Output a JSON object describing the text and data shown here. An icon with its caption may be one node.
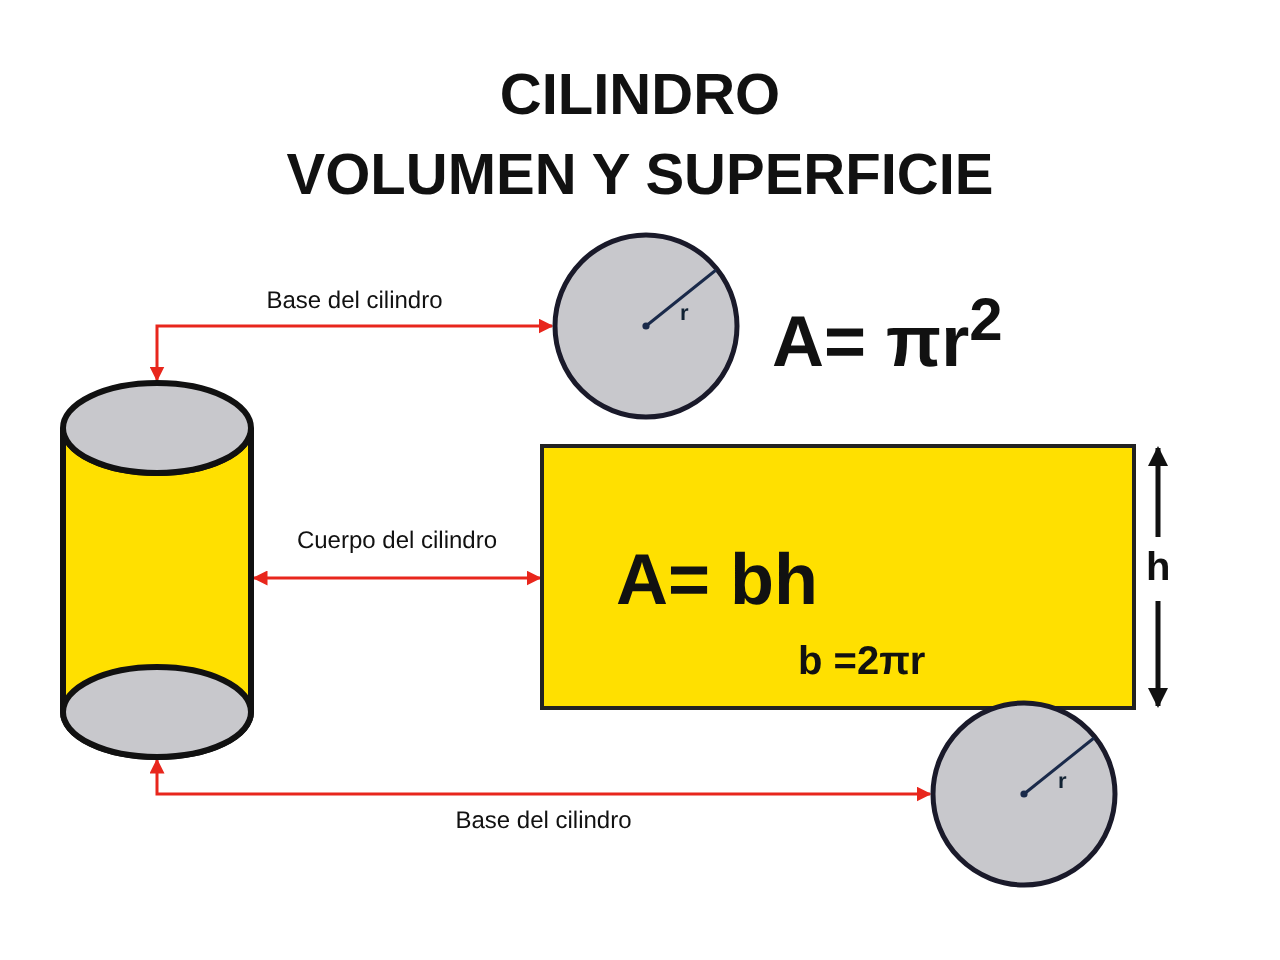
{
  "diagram": {
    "title": "CILINDRO VOLUMEN Y SUPERFICIE",
    "nodes": [
      {
        "text": [],
        "shape": "cylinder"
      },
      {
        "text": [
          "r"
        ],
        "beside": [
          "A= πr$^{2}$"
        ]
      },
      {
        "text": [
          "A= bh",
          "b =2πr"
        ],
        "beside": [
          "h"
        ]
      },
      {
        "text": [
          "r"
        ]
      }
    ],
    "edges": [
      {
        "from": 0,
        "to": 1,
        "arrow": "both",
        "label": "Base del cilindro"
      },
      {
        "from": 0,
        "to": 2,
        "arrow": "both",
        "label": "Cuerpo del cilindro"
      },
      {
        "from": 0,
        "to": 3,
        "arrow": "both",
        "label": "Base del cilindro"
      }
    ]
  }
}
